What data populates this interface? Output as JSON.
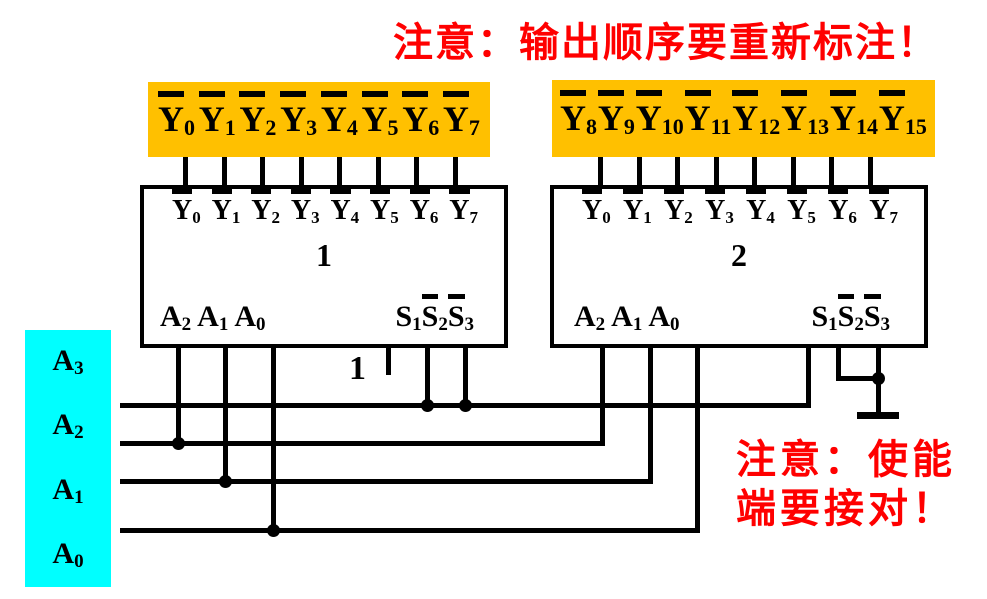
{
  "notes": {
    "top": "注意：输出顺序要重新标注！",
    "bottom_line1": "注意：使能",
    "bottom_line2": "端要接对！"
  },
  "colors": {
    "bus_fill": "#ffc000",
    "input_fill": "#00ffff",
    "note_text": "#ff0000",
    "line": "#000000"
  },
  "bus_left": {
    "labels": [
      {
        "t": "Y",
        "s": "0",
        "bar": true
      },
      {
        "t": "Y",
        "s": "1",
        "bar": true
      },
      {
        "t": "Y",
        "s": "2",
        "bar": true
      },
      {
        "t": "Y",
        "s": "3",
        "bar": true
      },
      {
        "t": "Y",
        "s": "4",
        "bar": true
      },
      {
        "t": "Y",
        "s": "5",
        "bar": true
      },
      {
        "t": "Y",
        "s": "6",
        "bar": true
      },
      {
        "t": "Y",
        "s": "7",
        "bar": true
      }
    ]
  },
  "bus_right": {
    "labels": [
      {
        "t": "Y",
        "s": "8",
        "bar": true
      },
      {
        "t": "Y",
        "s": "9",
        "bar": true
      },
      {
        "t": "Y",
        "s": "10",
        "bar": true
      },
      {
        "t": "Y",
        "s": "11",
        "bar": true
      },
      {
        "t": "Y",
        "s": "12",
        "bar": true
      },
      {
        "t": "Y",
        "s": "13",
        "bar": true
      },
      {
        "t": "Y",
        "s": "14",
        "bar": true
      },
      {
        "t": "Y",
        "s": "15",
        "bar": true
      }
    ]
  },
  "decoder1": {
    "number": "1",
    "outputs": [
      {
        "t": "Y",
        "s": "0",
        "bar": true
      },
      {
        "t": "Y",
        "s": "1",
        "bar": true
      },
      {
        "t": "Y",
        "s": "2",
        "bar": true
      },
      {
        "t": "Y",
        "s": "3",
        "bar": true
      },
      {
        "t": "Y",
        "s": "4",
        "bar": true
      },
      {
        "t": "Y",
        "s": "5",
        "bar": true
      },
      {
        "t": "Y",
        "s": "6",
        "bar": true
      },
      {
        "t": "Y",
        "s": "7",
        "bar": true
      }
    ],
    "addr": [
      {
        "t": "A",
        "s": "2",
        "bar": false
      },
      {
        "t": "A",
        "s": "1",
        "bar": false
      },
      {
        "t": "A",
        "s": "0",
        "bar": false
      }
    ],
    "enable": [
      {
        "t": "S",
        "s": "1",
        "bar": false
      },
      {
        "t": "S",
        "s": "2",
        "bar": true
      },
      {
        "t": "S",
        "s": "3",
        "bar": true
      }
    ]
  },
  "decoder2": {
    "number": "2",
    "outputs": [
      {
        "t": "Y",
        "s": "0",
        "bar": true
      },
      {
        "t": "Y",
        "s": "1",
        "bar": true
      },
      {
        "t": "Y",
        "s": "2",
        "bar": true
      },
      {
        "t": "Y",
        "s": "3",
        "bar": true
      },
      {
        "t": "Y",
        "s": "4",
        "bar": true
      },
      {
        "t": "Y",
        "s": "5",
        "bar": true
      },
      {
        "t": "Y",
        "s": "6",
        "bar": true
      },
      {
        "t": "Y",
        "s": "7",
        "bar": true
      }
    ],
    "addr": [
      {
        "t": "A",
        "s": "2",
        "bar": false
      },
      {
        "t": "A",
        "s": "1",
        "bar": false
      },
      {
        "t": "A",
        "s": "0",
        "bar": false
      }
    ],
    "enable": [
      {
        "t": "S",
        "s": "1",
        "bar": false
      },
      {
        "t": "S",
        "s": "2",
        "bar": true
      },
      {
        "t": "S",
        "s": "3",
        "bar": true
      }
    ]
  },
  "inputs": {
    "labels": [
      {
        "t": "A",
        "s": "3",
        "bar": false
      },
      {
        "t": "A",
        "s": "2",
        "bar": false
      },
      {
        "t": "A",
        "s": "1",
        "bar": false
      },
      {
        "t": "A",
        "s": "0",
        "bar": false
      }
    ]
  },
  "tie_high_label": "1"
}
